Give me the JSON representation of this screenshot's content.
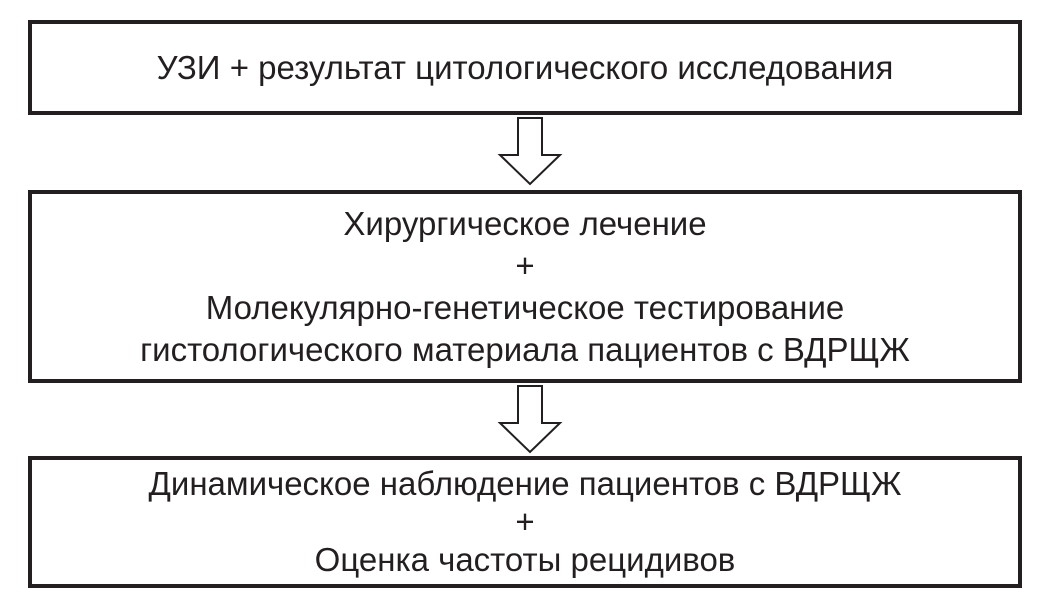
{
  "steps": [
    {
      "lines": [
        "УЗИ + результат цитологического исследования"
      ]
    },
    {
      "lines": [
        "Хирургическое лечение",
        "+",
        "Молекулярно-генетическое тестирование",
        "гистологического материала пациентов с ВДРЩЖ"
      ]
    },
    {
      "lines": [
        "Динамическое наблюдение пациентов с ВДРЩЖ",
        "+",
        "Оценка частоты рецидивов"
      ]
    }
  ]
}
